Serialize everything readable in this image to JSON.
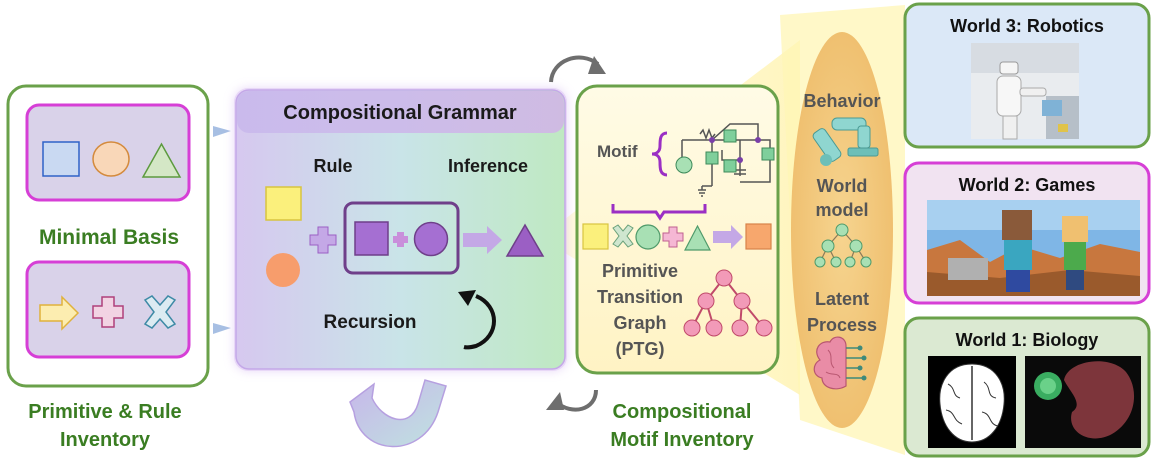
{
  "primitive_panel": {
    "minimal_basis_label": "Minimal Basis",
    "caption_line1": "Primitive & Rule",
    "caption_line2": "Inventory"
  },
  "grammar_panel": {
    "title": "Compositional Grammar",
    "rule_label": "Rule",
    "inference_label": "Inference",
    "recursion_label": "Recursion"
  },
  "motif_panel": {
    "motif_label": "Motif",
    "ptg_line1": "Primitive",
    "ptg_line2": "Transition",
    "ptg_line3": "Graph",
    "ptg_line4": "(PTG)",
    "caption_line1": "Compositional",
    "caption_line2": "Motif Inventory"
  },
  "ellipse": {
    "behavior_label": "Behavior",
    "world_label": "World",
    "model_label": "model",
    "latent_label": "Latent",
    "process_label": "Process"
  },
  "worlds": [
    {
      "title": "World 3: Robotics",
      "color": "#dbe8f7",
      "border": "#6aa14a"
    },
    {
      "title": "World 2: Games",
      "color": "#f1e3f1",
      "border": "#d63fd6"
    },
    {
      "title": "World 1: Biology",
      "color": "#dbe9d2",
      "border": "#6aa14a"
    }
  ],
  "colors": {
    "green_text": "#3a7d22",
    "green_border": "#6aa14a",
    "magenta_border": "#d63fd6",
    "purple": "#9b5fc4",
    "ellipse_fill": "#f3c77c"
  }
}
